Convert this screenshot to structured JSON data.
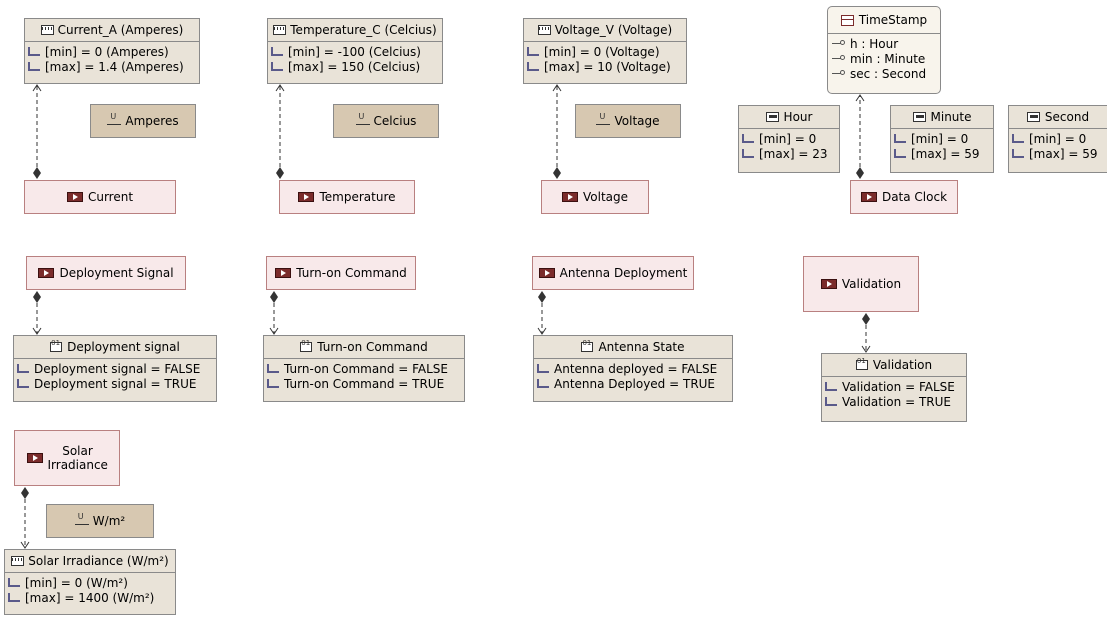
{
  "physical_types": [
    {
      "title": "Current_A (Amperes)",
      "rows": [
        "[min]  = 0 (Amperes)",
        "[max]  = 1.4 (Amperes)"
      ]
    },
    {
      "title": "Temperature_C (Celcius)",
      "rows": [
        "[min]  = -100 (Celcius)",
        "[max]  = 150 (Celcius)"
      ]
    },
    {
      "title": "Voltage_V (Voltage)",
      "rows": [
        "[min]  = 0 (Voltage)",
        "[max]  = 10 (Voltage)"
      ]
    },
    {
      "title": "Solar Irradiance (W/m²)",
      "rows": [
        "[min]  = 0 (W/m²)",
        "[max]  = 1400 (W/m²)"
      ]
    }
  ],
  "units": [
    "Amperes",
    "Celcius",
    "Voltage",
    "W/m²"
  ],
  "signals": [
    "Current",
    "Temperature",
    "Voltage",
    "Data Clock",
    "Deployment  Signal",
    "Turn-on Command",
    "Antenna Deployment",
    "Validation",
    "Solar Irradiance"
  ],
  "enums": [
    {
      "title": "Deployment signal",
      "rows": [
        "Deployment signal = FALSE",
        "Deployment signal = TRUE"
      ]
    },
    {
      "title": "Turn-on Command",
      "rows": [
        "Turn-on Command = FALSE",
        "Turn-on Command = TRUE"
      ]
    },
    {
      "title": "Antenna State",
      "rows": [
        "Antenna deployed = FALSE",
        "Antenna Deployed = TRUE"
      ]
    },
    {
      "title": "Validation",
      "rows": [
        "Validation = FALSE",
        "Validation = TRUE"
      ]
    }
  ],
  "timestamp": {
    "title": "TimeStamp",
    "rows": [
      "h : Hour",
      "min : Minute",
      "sec : Second"
    ]
  },
  "integer_types": [
    {
      "title": "Hour",
      "rows": [
        "[min]  = 0",
        "[max]  = 23"
      ]
    },
    {
      "title": "Minute",
      "rows": [
        "[min]  = 0",
        "[max]  = 59"
      ]
    },
    {
      "title": "Second",
      "rows": [
        "[min]  = 0",
        "[max]  = 59"
      ]
    }
  ],
  "colors": {
    "type_fill": "#e9e3d8",
    "unit_fill": "#d7c8b1",
    "signal_fill": "#f8e9ea",
    "signal_border": "#b98080",
    "link": "#333333"
  },
  "icons": {
    "physical_type": "physical-quantity-icon",
    "literal": "literal-icon",
    "unit": "unit-icon",
    "signal": "signal-icon",
    "enum": "enumeration-icon",
    "class": "class-icon",
    "property": "property-icon",
    "integer": "numeric-type-icon"
  }
}
